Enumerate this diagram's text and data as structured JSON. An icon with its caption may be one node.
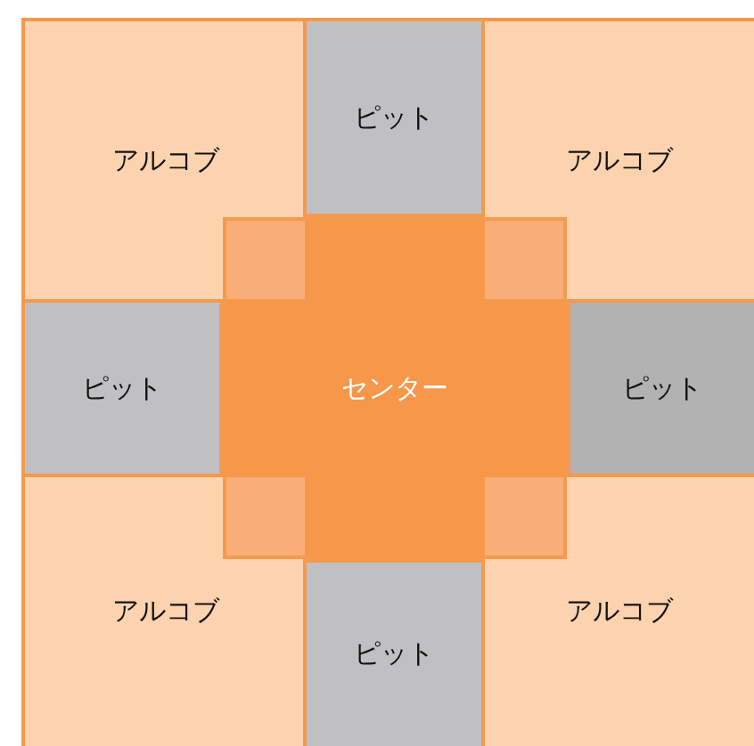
{
  "diagram": {
    "nodes": [
      {
        "text": [
          "アルコブ"
        ]
      },
      {
        "text": [
          "ピット"
        ]
      },
      {
        "text": [
          "アルコブ"
        ]
      },
      {
        "text": [
          "ピット"
        ]
      },
      {
        "text": [
          "センター"
        ]
      },
      {
        "text": [
          "ピット"
        ]
      },
      {
        "text": [
          "アルコブ"
        ]
      },
      {
        "text": [
          "ピット"
        ]
      },
      {
        "text": [
          "アルコブ"
        ]
      }
    ]
  }
}
